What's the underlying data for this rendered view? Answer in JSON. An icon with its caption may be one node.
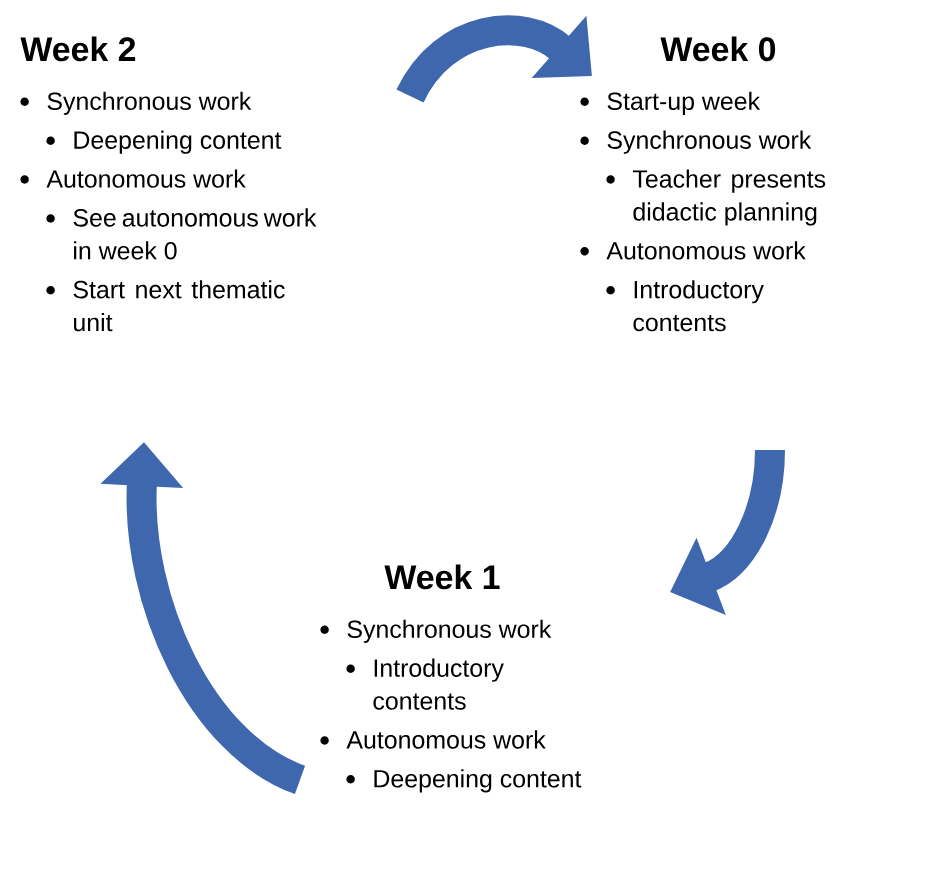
{
  "diagram": {
    "nodes": [
      {
        "text": [
          "Week 2",
          "Synchronous work",
          "Deepening content",
          "Autonomous work",
          "See autonomous work in week 0",
          "Start next thematic unit"
        ]
      },
      {
        "text": [
          "Week 0",
          "Start-up week",
          "Synchronous work",
          "Teacher presents didactic planning",
          "Autonomous work",
          "Introductory contents"
        ]
      },
      {
        "text": [
          "Week 1",
          "Synchronous work",
          "Introductory contents",
          "Autonomous work",
          "Deepening content"
        ]
      }
    ],
    "edges": [
      {
        "from": 0,
        "to": 1,
        "arrow": "to"
      },
      {
        "from": 1,
        "to": 2,
        "arrow": "to"
      },
      {
        "from": 2,
        "to": 0,
        "arrow": "to"
      }
    ]
  }
}
